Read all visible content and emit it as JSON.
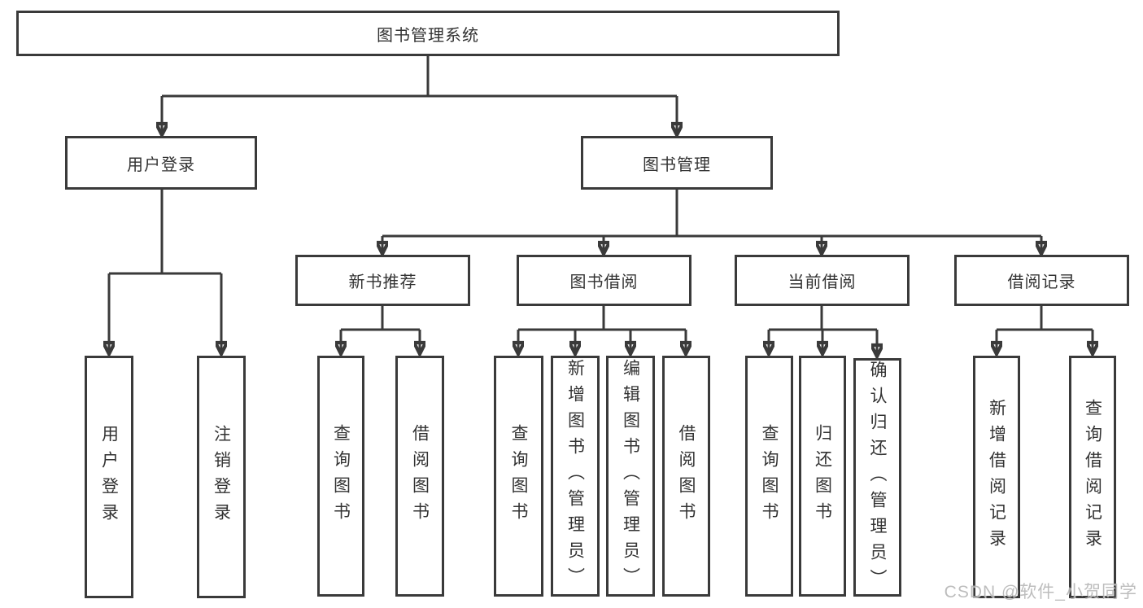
{
  "title": {
    "label": "图书管理系统"
  },
  "level2": [
    {
      "label": "用户登录"
    },
    {
      "label": "图书管理"
    }
  ],
  "level3": [
    {
      "label": "新书推荐"
    },
    {
      "label": "图书借阅"
    },
    {
      "label": "当前借阅"
    },
    {
      "label": "借阅记录"
    }
  ],
  "leaves": [
    {
      "label": "用户登录"
    },
    {
      "label": "注销登录"
    },
    {
      "label": "查询图书"
    },
    {
      "label": "借阅图书"
    },
    {
      "label": "查询图书"
    },
    {
      "label": "新增图书（管理员）"
    },
    {
      "label": "编辑图书（管理员）"
    },
    {
      "label": "借阅图书"
    },
    {
      "label": "查询图书"
    },
    {
      "label": "归还图书"
    },
    {
      "label": "确认归还（管理员）"
    },
    {
      "label": "新增借阅记录"
    },
    {
      "label": "查询借阅记录"
    }
  ],
  "watermark": {
    "text": "CSDN @软件_小贺同学"
  },
  "colors": {
    "line": "#3a3a3a",
    "text": "#333333",
    "box_bg": "#ffffff",
    "background": "#ffffff",
    "watermark": "#b5b5b5"
  }
}
